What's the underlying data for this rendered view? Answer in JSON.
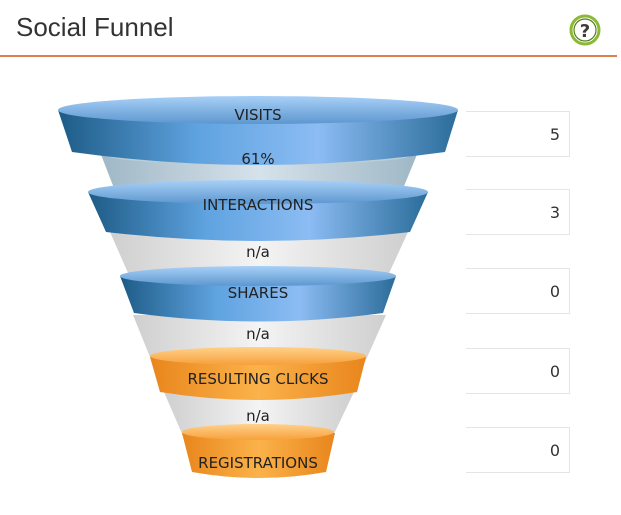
{
  "header": {
    "title": "Social Funnel",
    "help_icon": "question-circle-icon"
  },
  "colors": {
    "accent": "#d9824e",
    "blue": "#4a8fd0",
    "orange": "#f7a12f",
    "help_green": "#8ab934"
  },
  "stages": [
    {
      "label": "VISITS",
      "value": "5",
      "color": "blue"
    },
    {
      "label": "INTERACTIONS",
      "value": "3",
      "color": "blue"
    },
    {
      "label": "SHARES",
      "value": "0",
      "color": "blue"
    },
    {
      "label": "RESULTING CLICKS",
      "value": "0",
      "color": "orange"
    },
    {
      "label": "REGISTRATIONS",
      "value": "0",
      "color": "orange"
    }
  ],
  "conversions": [
    "61%",
    "n/a",
    "n/a",
    "n/a"
  ]
}
